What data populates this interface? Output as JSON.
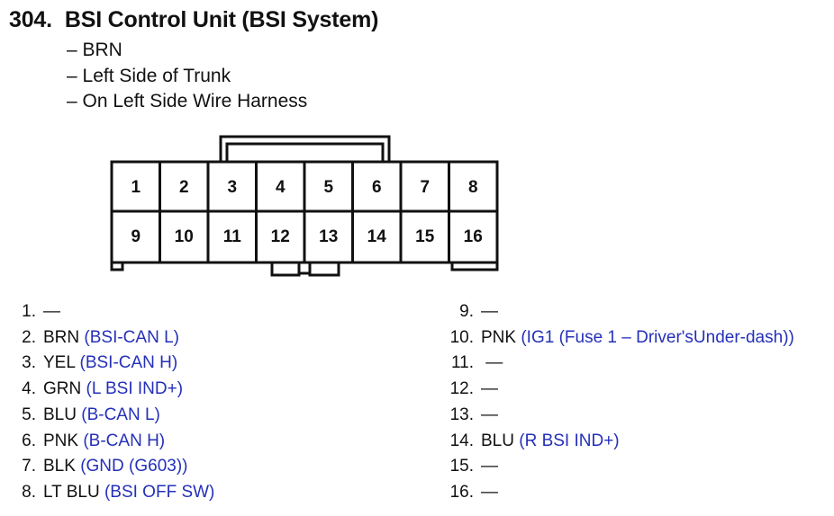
{
  "header": {
    "number": "304.",
    "title": "BSI Control Unit (BSI System)"
  },
  "details": [
    "– BRN",
    "– Left Side of Trunk",
    "– On Left Side Wire Harness"
  ],
  "connector": {
    "top_row": [
      "1",
      "2",
      "3",
      "4",
      "5",
      "6",
      "7",
      "8"
    ],
    "bottom_row": [
      "9",
      "10",
      "11",
      "12",
      "13",
      "14",
      "15",
      "16"
    ]
  },
  "pins_left": [
    {
      "num": "1.",
      "color": "—",
      "func": ""
    },
    {
      "num": "2.",
      "color": "BRN",
      "func": "(BSI-CAN L)"
    },
    {
      "num": "3.",
      "color": "YEL",
      "func": "(BSI-CAN H)"
    },
    {
      "num": "4.",
      "color": "GRN",
      "func": "(L BSI IND+)"
    },
    {
      "num": "5.",
      "color": "BLU",
      "func": "(B-CAN L)"
    },
    {
      "num": "6.",
      "color": "PNK",
      "func": "(B-CAN H)"
    },
    {
      "num": "7.",
      "color": "BLK",
      "func": "(GND (G603))"
    },
    {
      "num": "8.",
      "color": "LT BLU",
      "func": "(BSI OFF SW)"
    }
  ],
  "pins_right": [
    {
      "num": "9.",
      "color": "—",
      "func": ""
    },
    {
      "num": "10.",
      "color": "PNK",
      "func": "(IG1 (Fuse 1 – Driver'sUnder-dash))"
    },
    {
      "num": "11.",
      "color": " —",
      "func": ""
    },
    {
      "num": "12.",
      "color": "—",
      "func": ""
    },
    {
      "num": "13.",
      "color": "—",
      "func": ""
    },
    {
      "num": "14.",
      "color": "BLU",
      "func": "(R BSI IND+)"
    },
    {
      "num": "15.",
      "color": "—",
      "func": ""
    },
    {
      "num": "16.",
      "color": "—",
      "func": ""
    }
  ],
  "colors": {
    "function_text": "#2430b8",
    "text": "#111111"
  }
}
